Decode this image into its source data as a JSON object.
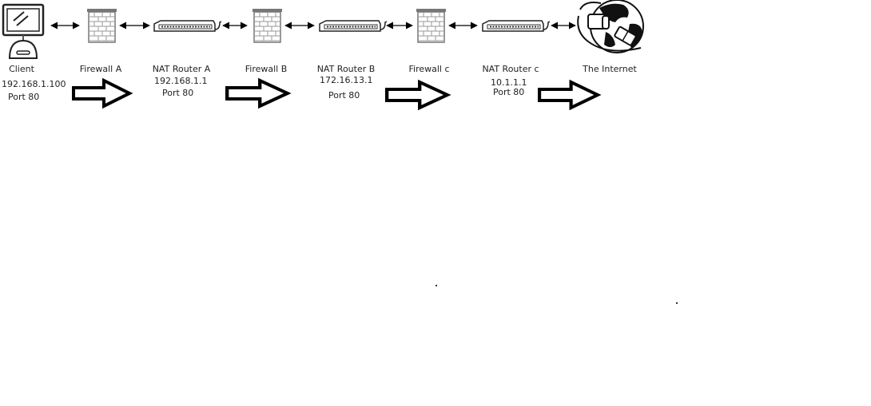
{
  "nodes": [
    {
      "id": "client",
      "label": "Client",
      "icon": "computer-icon",
      "ip": "192.168.1.100",
      "port": "Port 80"
    },
    {
      "id": "firewall-a",
      "label": "Firewall A",
      "icon": "firewall-icon"
    },
    {
      "id": "nat-router-a",
      "label": "NAT Router A",
      "icon": "router-icon",
      "ip": "192.168.1.1",
      "port": "Port 80"
    },
    {
      "id": "firewall-b",
      "label": "Firewall B",
      "icon": "firewall-icon"
    },
    {
      "id": "nat-router-b",
      "label": "NAT Router B",
      "icon": "router-icon",
      "ip": "172.16.13.1",
      "port": "Port 80"
    },
    {
      "id": "firewall-c",
      "label": "Firewall c",
      "icon": "firewall-icon"
    },
    {
      "id": "nat-router-c",
      "label": "NAT Router c",
      "icon": "router-icon",
      "ip": "10.1.1.1",
      "port": "Port 80"
    },
    {
      "id": "internet",
      "label": "The Internet",
      "icon": "globe-icon"
    }
  ],
  "connectors": "bidirectional",
  "flow_arrows": 4
}
